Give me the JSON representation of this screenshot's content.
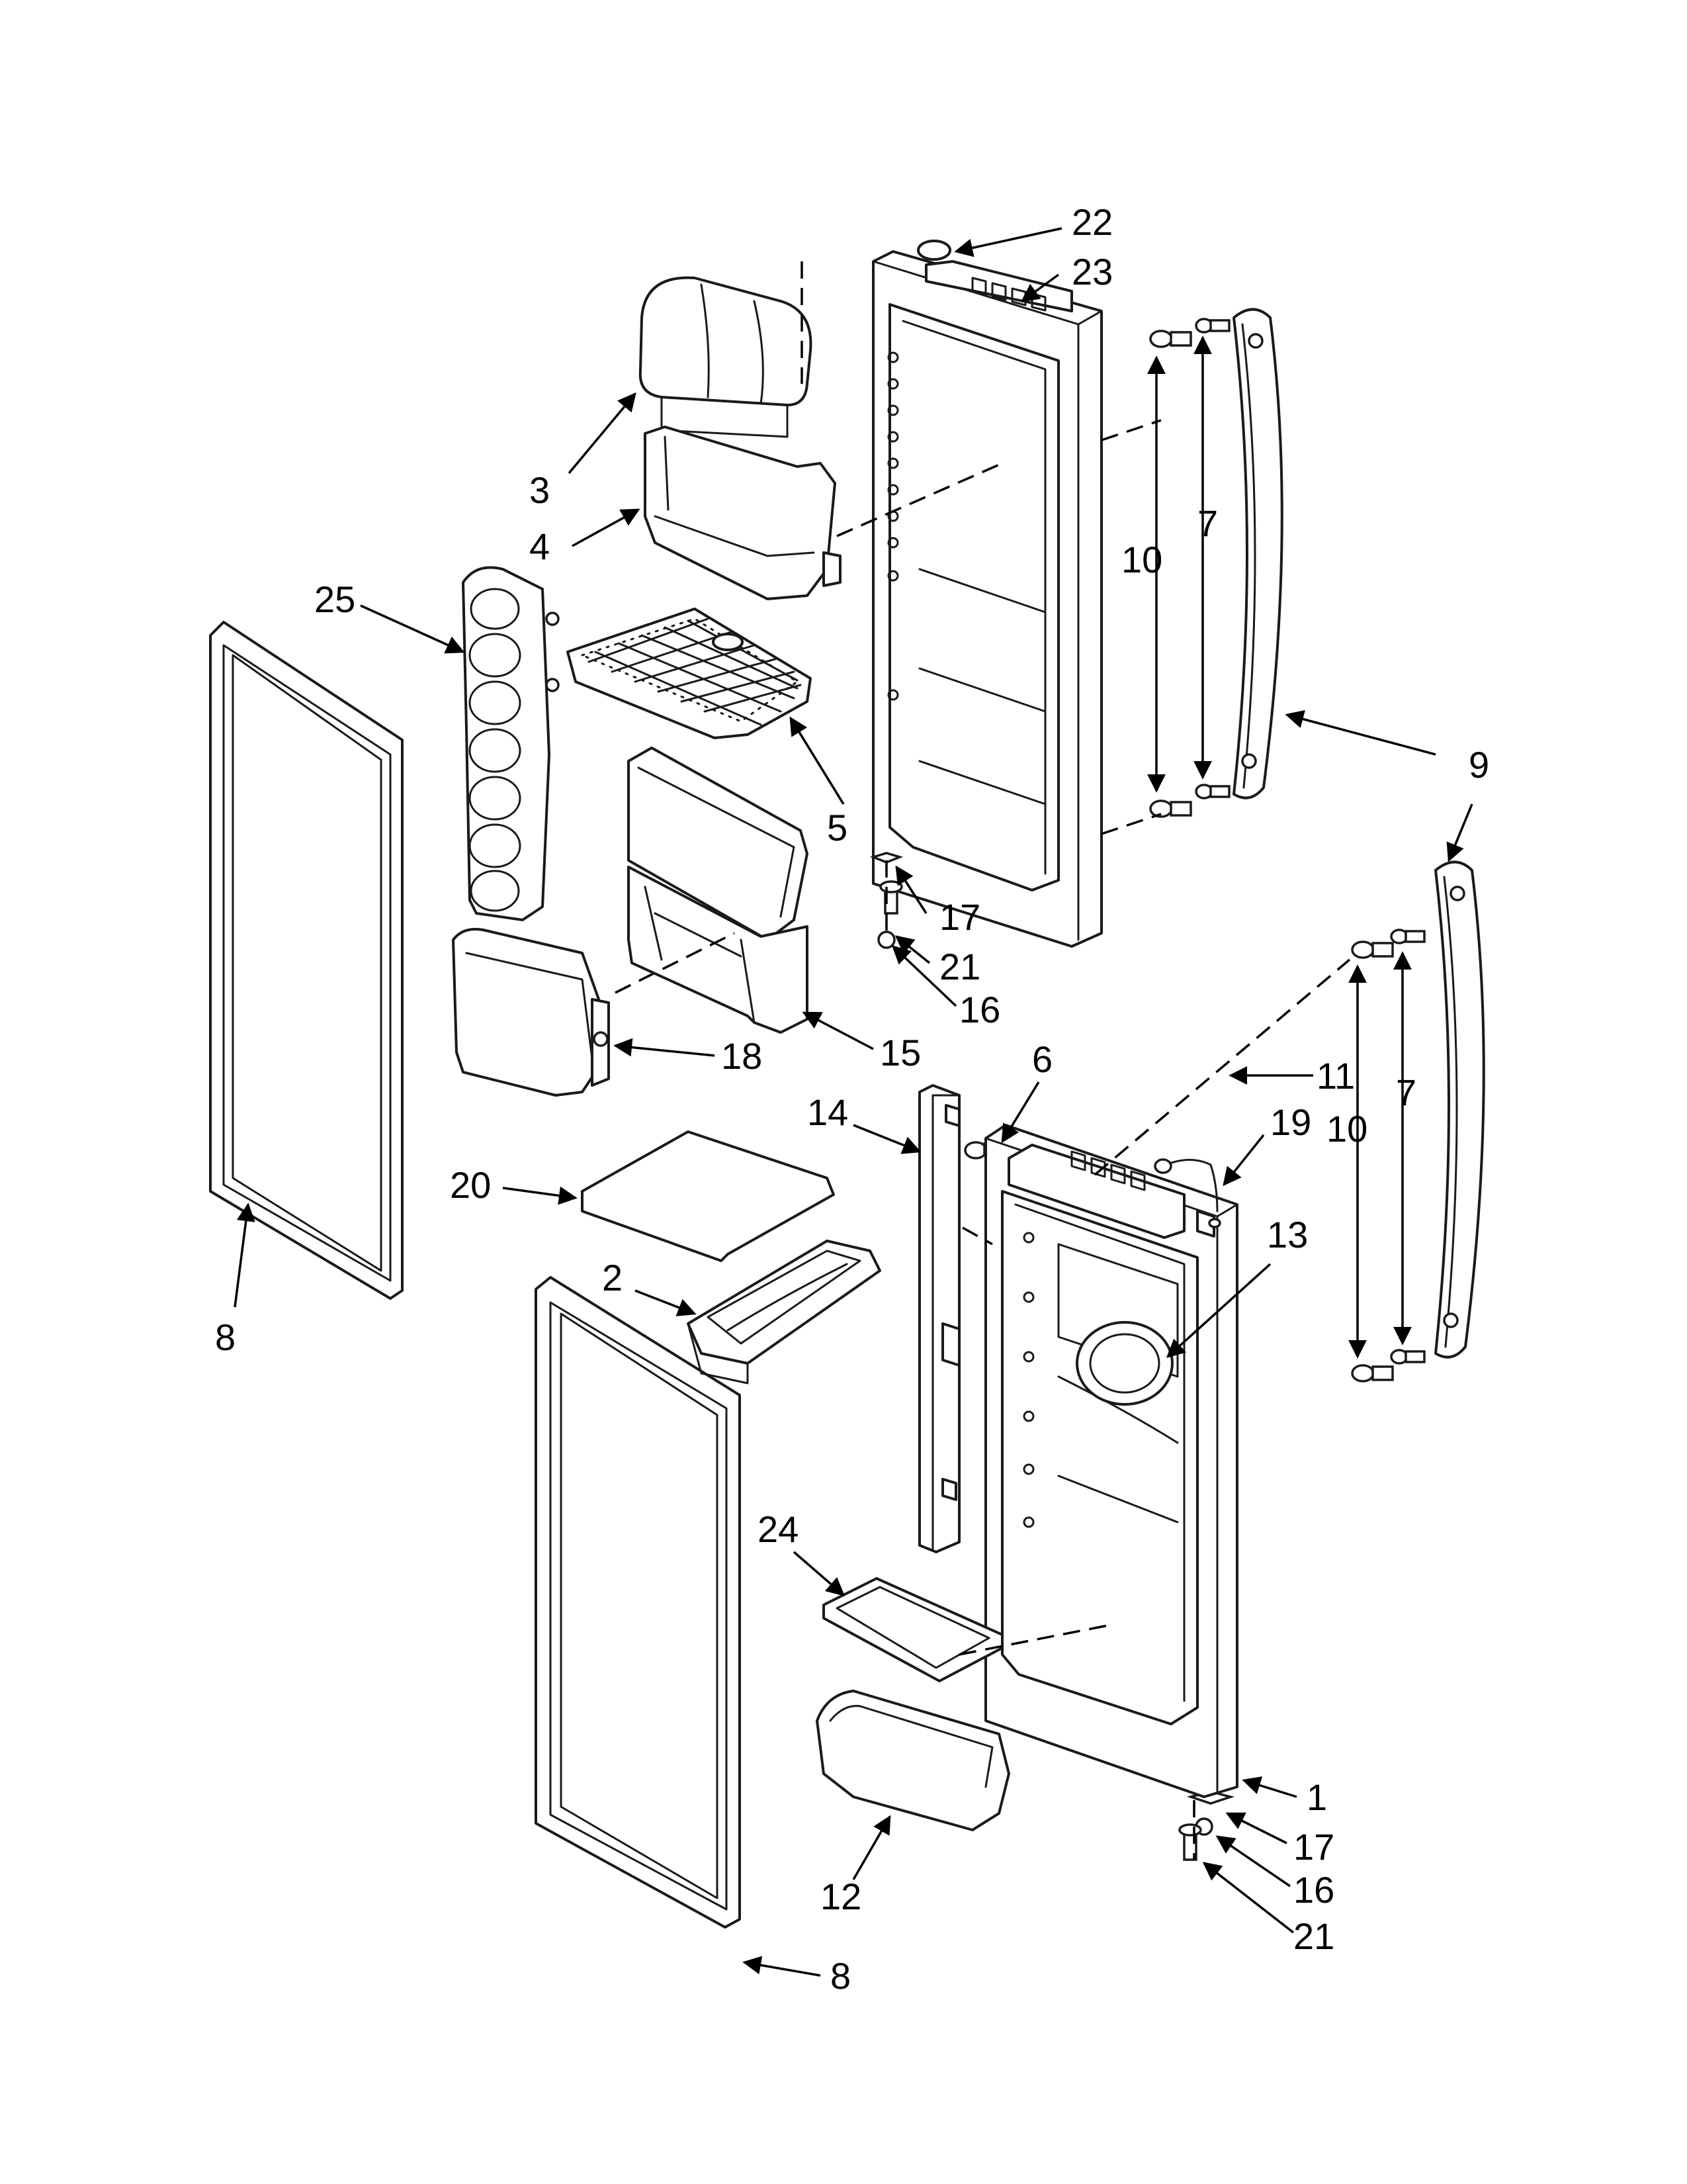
{
  "diagram": {
    "callouts": {
      "c1": "1",
      "c2": "2",
      "c3": "3",
      "c4": "4",
      "c5": "5",
      "c6": "6",
      "c7a": "7",
      "c7b": "7",
      "c8a": "8",
      "c8b": "8",
      "c9a": "9",
      "c9b": "9",
      "c10a": "10",
      "c10b": "10",
      "c11": "11",
      "c12": "12",
      "c13": "13",
      "c14": "14",
      "c15": "15",
      "c16a": "16",
      "c16b": "16",
      "c17a": "17",
      "c17b": "17",
      "c18": "18",
      "c19": "19",
      "c20": "20",
      "c21a": "21",
      "c21b": "21",
      "c22": "22",
      "c23": "23",
      "c24": "24",
      "c25": "25"
    }
  }
}
